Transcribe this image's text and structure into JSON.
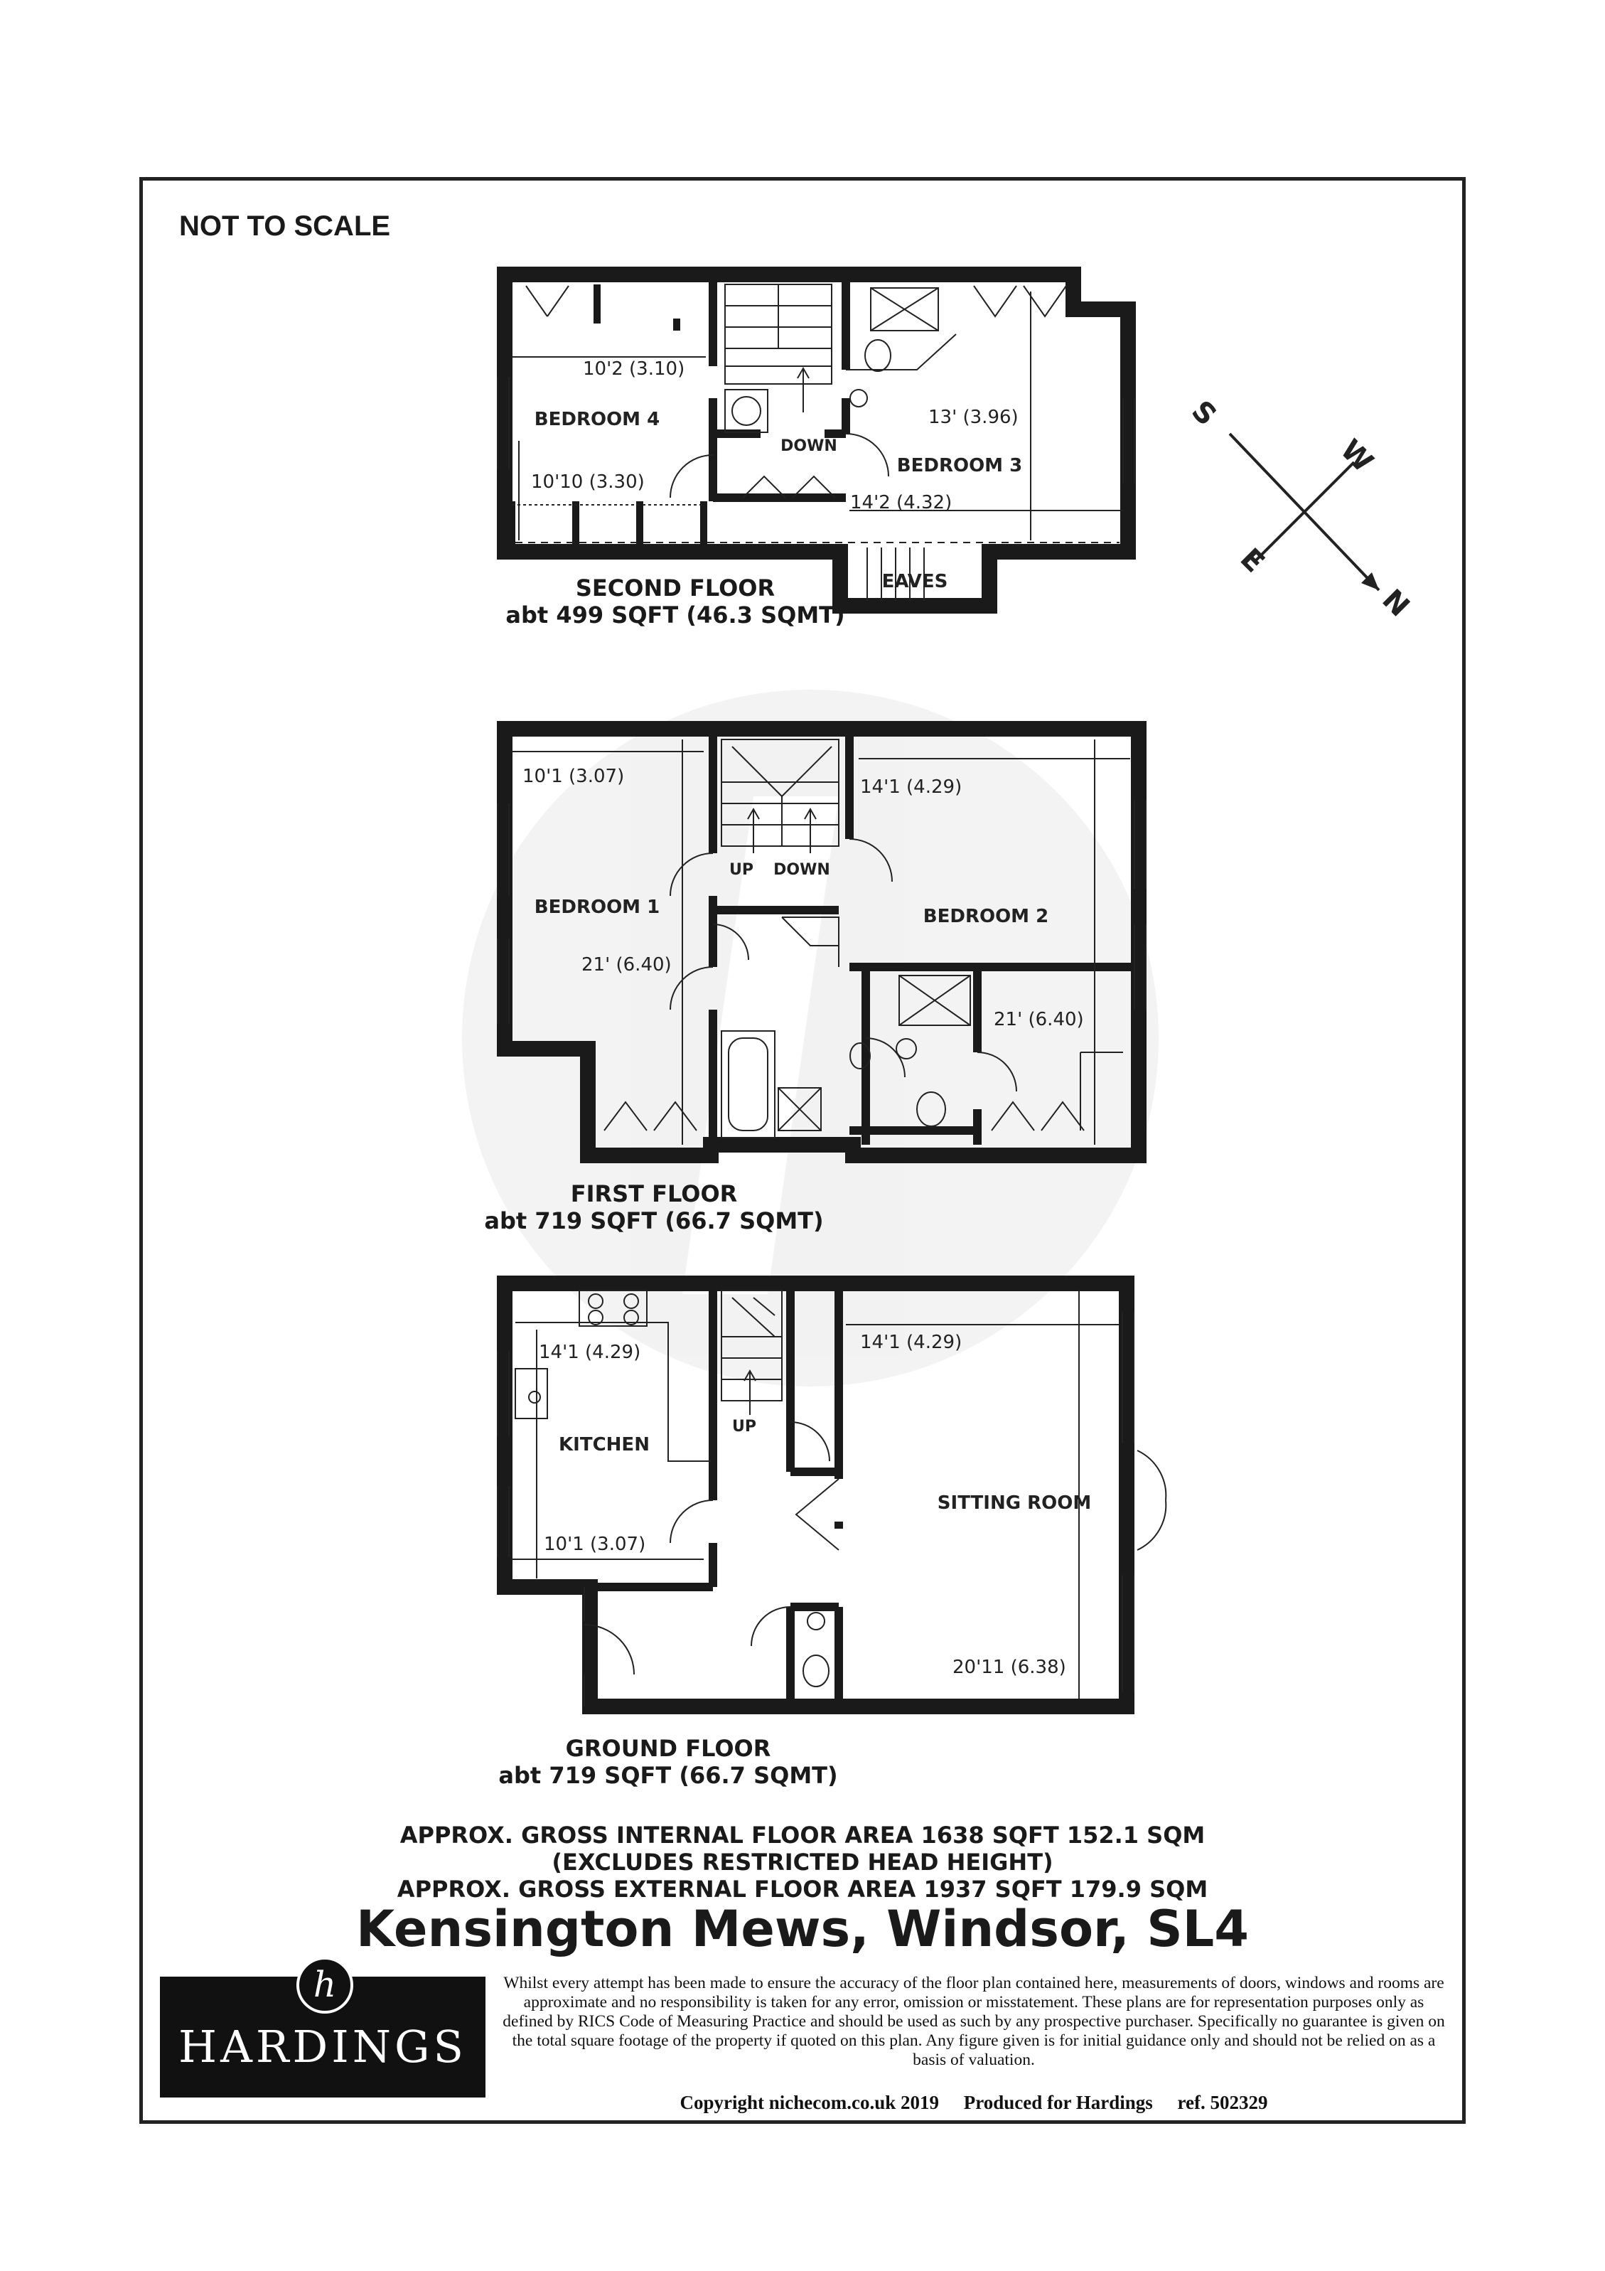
{
  "header": {
    "scale_note": "NOT TO SCALE"
  },
  "floors": {
    "second": {
      "name": "SECOND FLOOR",
      "area": "abt 499 SQFT (46.3 SQMT)",
      "rooms": {
        "bedroom4": "BEDROOM 4",
        "bedroom3": "BEDROOM 3",
        "eaves": "EAVES",
        "stair": "DOWN"
      },
      "dims": {
        "b4_width": "10'2 (3.10)",
        "b4_length": "10'10 (3.30)",
        "b3_length": "13' (3.96)",
        "b3_width": "14'2 (4.32)"
      }
    },
    "first": {
      "name": "FIRST FLOOR",
      "area": "abt 719 SQFT (66.7 SQMT)",
      "rooms": {
        "bedroom1": "BEDROOM 1",
        "bedroom2": "BEDROOM 2",
        "stair_up": "UP",
        "stair_down": "DOWN"
      },
      "dims": {
        "b1_width": "10'1 (3.07)",
        "b1_length": "21' (6.40)",
        "b2_width": "14'1 (4.29)",
        "b2_length": "21' (6.40)"
      }
    },
    "ground": {
      "name": "GROUND FLOOR",
      "area": "abt 719 SQFT (66.7 SQMT)",
      "rooms": {
        "kitchen": "KITCHEN",
        "sitting": "SITTING ROOM",
        "stair_up": "UP"
      },
      "dims": {
        "k_top": "14'1 (4.29)",
        "k_bottom": "10'1 (3.07)",
        "s_width": "14'1 (4.29)",
        "s_length": "20'11 (6.38)"
      }
    }
  },
  "compass": {
    "s": "S",
    "w": "W",
    "e": "E",
    "n": "N"
  },
  "totals": {
    "internal": "APPROX. GROSS INTERNAL FLOOR AREA 1638 SQFT 152.1 SQM",
    "note": "(EXCLUDES RESTRICTED HEAD HEIGHT)",
    "external": "APPROX. GROSS EXTERNAL FLOOR AREA 1937 SQFT 179.9 SQM"
  },
  "property_title": "Kensington Mews, Windsor, SL4",
  "logo": {
    "mark": "h",
    "text": "HARDINGS"
  },
  "disclaimer": "Whilst every attempt has been made to ensure the accuracy of the floor plan contained here, measurements of doors, windows and rooms are approximate and no responsibility is taken for any error, omission or misstatement. These plans are for representation purposes only as defined by RICS Code of Measuring Practice and should be used as such by any prospective purchaser. Specifically no guarantee is given on the total square footage of the property if quoted on this plan. Any figure given is for initial guidance only and should not be relied on as a basis of valuation.",
  "footer": {
    "copyright": "Copyright nichecom.co.uk 2019",
    "produced": "Produced for Hardings",
    "ref": "ref. 502329"
  }
}
